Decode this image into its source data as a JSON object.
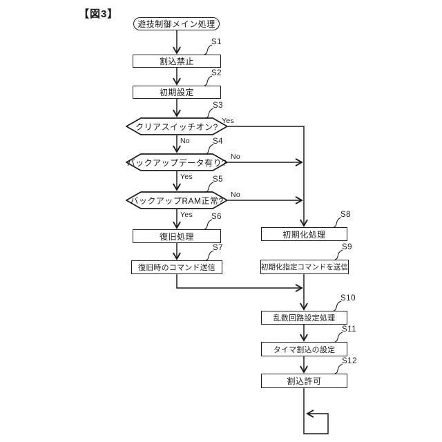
{
  "figure": {
    "title": "【図3】"
  },
  "flowchart": {
    "start": {
      "label": "遊技制御メイン処理"
    },
    "steps": [
      {
        "id": "S1",
        "label": "割込禁止",
        "type": "process"
      },
      {
        "id": "S2",
        "label": "初期設定",
        "type": "process"
      },
      {
        "id": "S3",
        "label": "クリアスイッチオン?",
        "type": "decision"
      },
      {
        "id": "S4",
        "label": "バックアップデータ有り?",
        "type": "decision"
      },
      {
        "id": "S5",
        "label": "バックアップRAM正常?",
        "type": "decision"
      },
      {
        "id": "S6",
        "label": "復旧処理",
        "type": "process"
      },
      {
        "id": "S7",
        "label": "復旧時のコマンド送信",
        "type": "process"
      },
      {
        "id": "S8",
        "label": "初期化処理",
        "type": "process"
      },
      {
        "id": "S9",
        "label": "初期化指定コマンドを送信",
        "type": "process"
      },
      {
        "id": "S10",
        "label": "乱数回路設定処理",
        "type": "process"
      },
      {
        "id": "S11",
        "label": "タイマ割込の設定",
        "type": "process"
      },
      {
        "id": "S12",
        "label": "割込許可",
        "type": "process"
      }
    ],
    "edges": [
      {
        "from": "start",
        "to": "S1",
        "label": ""
      },
      {
        "from": "S1",
        "to": "S2",
        "label": ""
      },
      {
        "from": "S2",
        "to": "S3",
        "label": ""
      },
      {
        "from": "S3",
        "to": "S8",
        "label": "Yes"
      },
      {
        "from": "S3",
        "to": "S4",
        "label": "No"
      },
      {
        "from": "S4",
        "to": "S8",
        "label": "No"
      },
      {
        "from": "S4",
        "to": "S5",
        "label": "Yes"
      },
      {
        "from": "S5",
        "to": "S8",
        "label": "No"
      },
      {
        "from": "S5",
        "to": "S6",
        "label": "Yes"
      },
      {
        "from": "S6",
        "to": "S7",
        "label": ""
      },
      {
        "from": "S7",
        "to": "S10",
        "label": ""
      },
      {
        "from": "S8",
        "to": "S9",
        "label": ""
      },
      {
        "from": "S9",
        "to": "S10",
        "label": ""
      },
      {
        "from": "S10",
        "to": "S11",
        "label": ""
      },
      {
        "from": "S11",
        "to": "S12",
        "label": ""
      },
      {
        "from": "S12",
        "to": "loop",
        "label": ""
      }
    ],
    "colors": {
      "line": "#1a1a1a",
      "background": "#ffffff"
    }
  }
}
